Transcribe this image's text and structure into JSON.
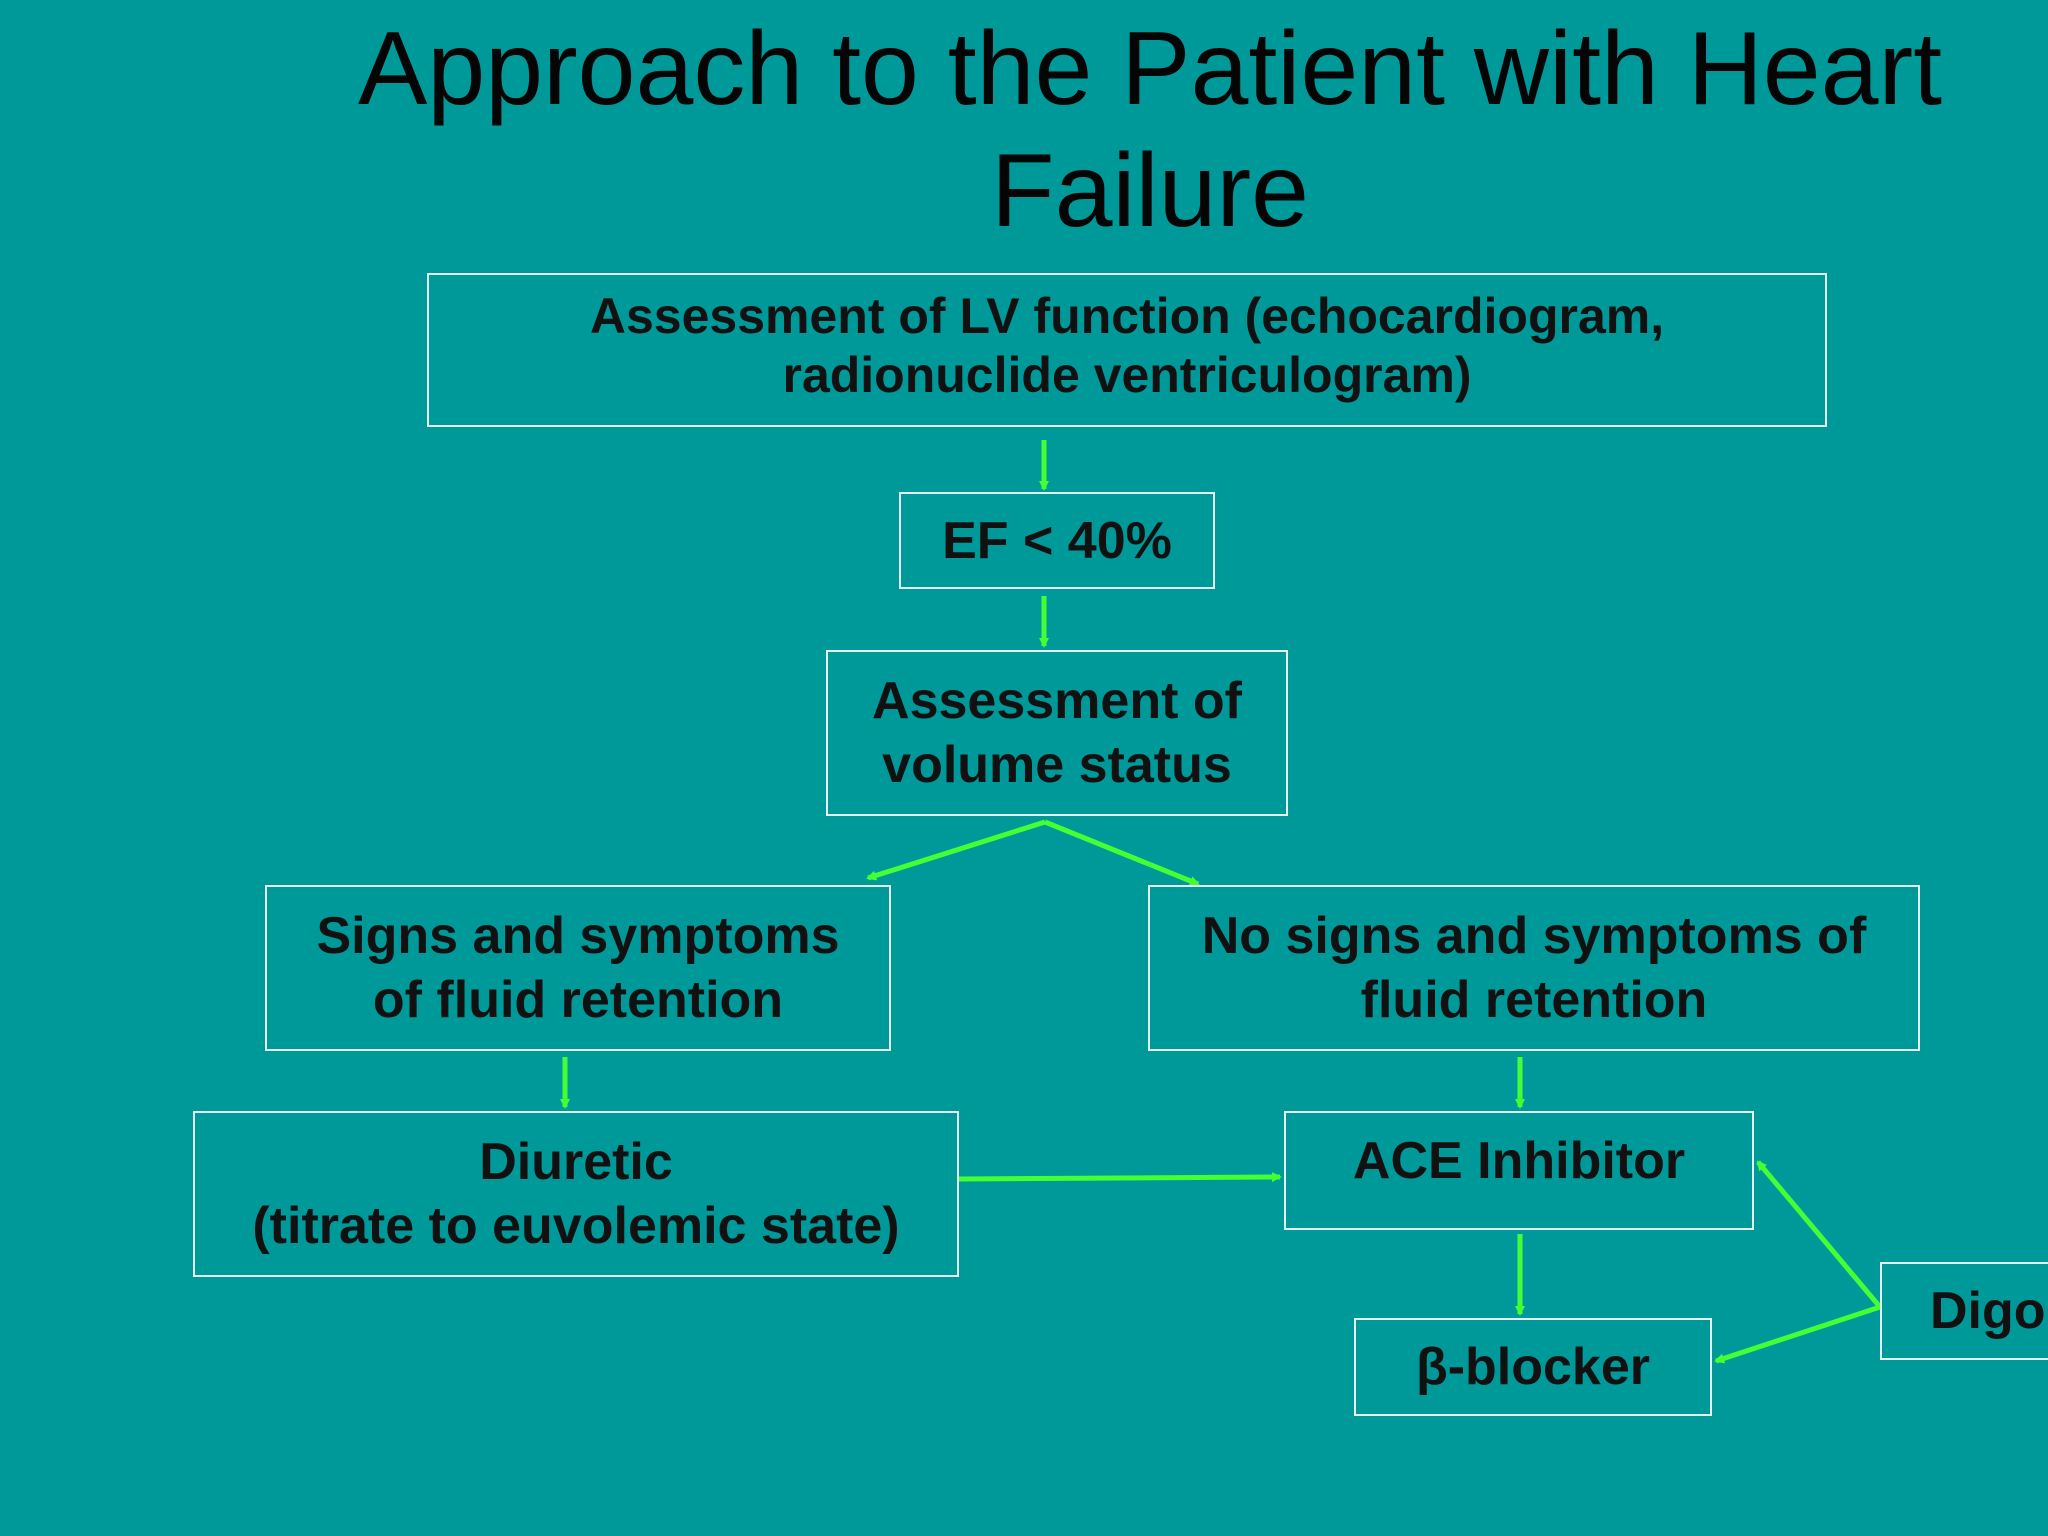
{
  "slide": {
    "title_line1": "Approach to the Patient with Heart",
    "title_line2": "Failure"
  },
  "boxes": {
    "lv_assessment": {
      "line1": "Assessment of LV function (echocardiogram,",
      "line2": "radionuclide ventriculogram)"
    },
    "ef": {
      "line1": "EF < 40%"
    },
    "volume_status": {
      "line1": "Assessment of",
      "line2": "volume status"
    },
    "fluid_retention": {
      "line1": "Signs and symptoms",
      "line2": "of fluid retention"
    },
    "no_fluid_retention": {
      "line1": "No signs and symptoms of",
      "line2": "fluid retention"
    },
    "diuretic": {
      "line1": "Diuretic",
      "line2": "(titrate to euvolemic state)"
    },
    "ace_inhibitor": {
      "line1": "ACE Inhibitor"
    },
    "beta_blocker": {
      "line1": "β-blocker"
    },
    "digoxin": {
      "line1": "Digo"
    }
  },
  "colors": {
    "background": "#00999a",
    "arrow": "#44ff33",
    "box_border": "#e6f2f2",
    "text": "#111111"
  }
}
